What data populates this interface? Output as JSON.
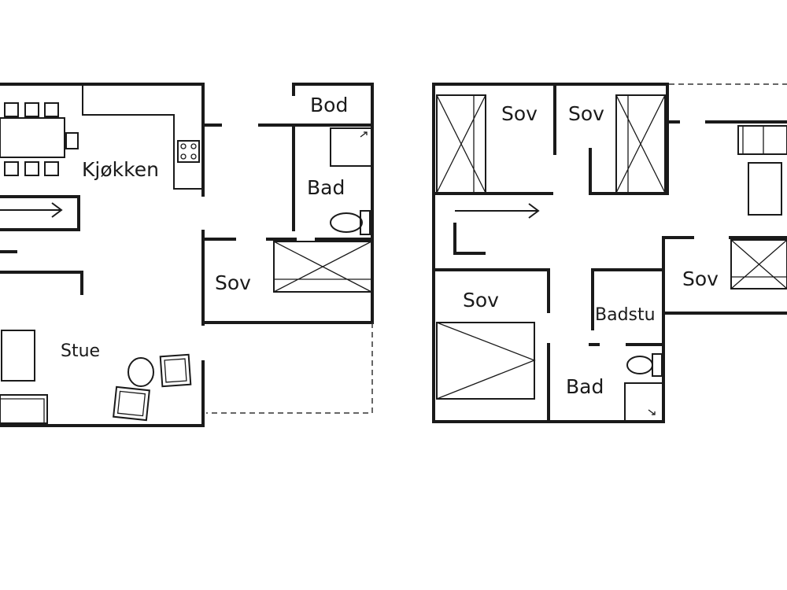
{
  "rooms": {
    "bod": "Bod",
    "kjokken": "Kjøkken",
    "bad_1": "Bad",
    "sov_1": "Sov",
    "stue": "Stue",
    "sov_2": "Sov",
    "sov_3": "Sov",
    "sov_4": "Sov",
    "sov_5": "Sov",
    "badstu": "Badstu",
    "bad_2": "Bad"
  }
}
